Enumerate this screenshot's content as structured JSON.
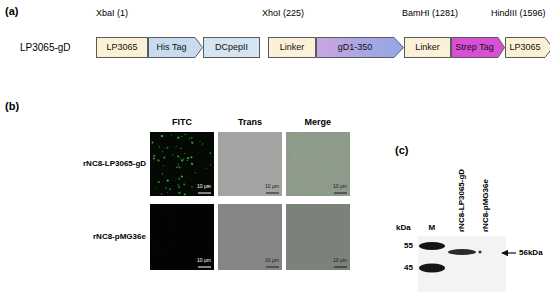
{
  "diagram": {
    "nodes": [
      {
        "text": [
          "LP3065"
        ]
      },
      {
        "text": [
          "His Tag"
        ]
      },
      {
        "text": [
          "DCpepII"
        ]
      },
      {
        "text": [
          "Linker"
        ]
      },
      {
        "text": [
          "gD1-350"
        ]
      },
      {
        "text": [
          "Linker"
        ]
      },
      {
        "text": [
          "Strep Tag"
        ]
      },
      {
        "text": [
          "LP3065"
        ]
      }
    ],
    "labels": [
      "(a)",
      "LP3065-gD",
      "XbaI (1)",
      "XhoI (225)",
      "BamHI (1281)",
      "HindIII (1596)",
      "(b)",
      "FITC",
      "Trans",
      "Merge",
      "rNC8-LP3065-gD",
      "rNC8-pMG36e",
      "10 μm",
      "10 μm",
      "10 μm",
      "10 μm",
      "10 μm",
      "10 μm",
      "(c)",
      "kDa",
      "M",
      "55",
      "45",
      "rNC8-LP3065-gD",
      "rNC8-pMG36e",
      "56kDa"
    ]
  }
}
